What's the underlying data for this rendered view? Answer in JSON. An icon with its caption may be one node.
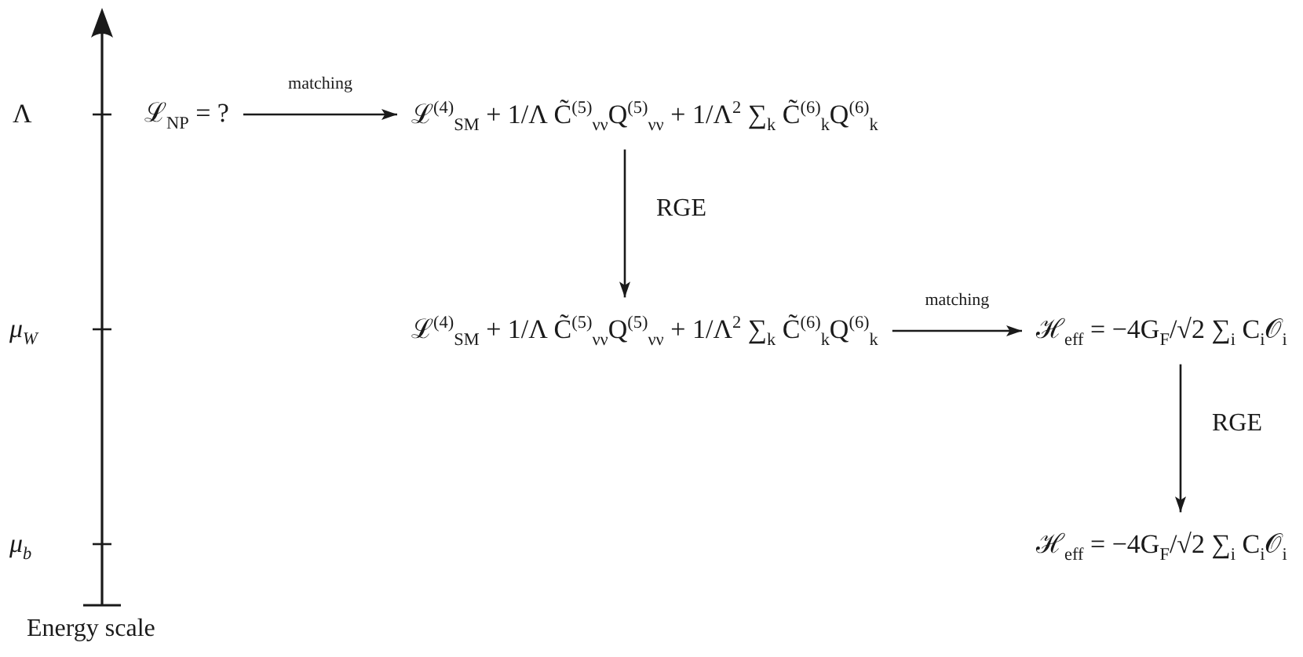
{
  "diagram": {
    "nodes": [
      {
        "text": [
          "ℒ$_{NP}$ = ?"
        ]
      },
      {
        "text": [
          "ℒ$^{(4)}$$_{SM}$ + 1/Λ C̃$^{(5)}$$_{νν}$Q$^{(5)}$$_{νν}$ + 1/Λ$^{2}$ ∑$_{k}$ C̃$^{(6)}$$_{k}$Q$^{(6)}$$_{k}$"
        ]
      },
      {
        "text": [
          "ℒ$^{(4)}$$_{SM}$ + 1/Λ C̃$^{(5)}$$_{νν}$Q$^{(5)}$$_{νν}$ + 1/Λ$^{2}$ ∑$_{k}$ C̃$^{(6)}$$_{k}$Q$^{(6)}$$_{k}$"
        ]
      },
      {
        "text": [
          "ℋ$_{eff}$ = −4G$_{F}$/√2 ∑$_{i}$ C$_{i}$𝒪$_{i}$"
        ]
      },
      {
        "text": [
          "ℋ$_{eff}$ = −4G$_{F}$/√2 ∑$_{i}$ C$_{i}$𝒪$_{i}$"
        ]
      }
    ],
    "edges": [
      {
        "from": 0,
        "to": 1,
        "arrow": "to",
        "label": "matching"
      },
      {
        "from": 1,
        "to": 2,
        "arrow": "to",
        "label": "RGE"
      },
      {
        "from": 2,
        "to": 3,
        "arrow": "to",
        "label": "matching"
      },
      {
        "from": 3,
        "to": 4,
        "arrow": "to",
        "label": "RGE"
      }
    ],
    "labels": [
      "Λ",
      "μ$_{W}$",
      "μ$_{b}$",
      "Energy scale"
    ]
  }
}
